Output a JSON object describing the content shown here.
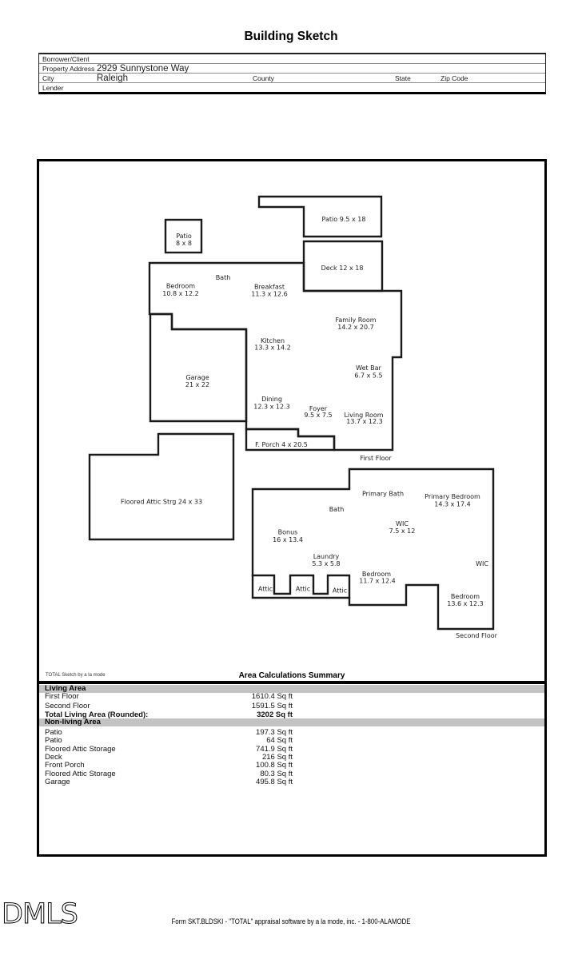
{
  "title": "Building Sketch",
  "form": {
    "borrower_label": "Borrower/Client",
    "property_address_label": "Property Address",
    "property_address_value": "2929 Sunnystone Way",
    "city_label": "City",
    "city_value": "Raleigh",
    "county_label": "County",
    "state_label": "State",
    "zip_label": "Zip Code",
    "lender_label": "Lender"
  },
  "sketch": {
    "watermark": "TOTAL Sketch by a la mode",
    "first_floor": {
      "patio_top": {
        "name": "Patio 9.5 x 18"
      },
      "patio_small": {
        "name": "Patio",
        "dims": "8 x 8"
      },
      "deck": {
        "name": "Deck 12 x 18"
      },
      "bath": {
        "name": "Bath"
      },
      "bedroom": {
        "name": "Bedroom",
        "dims": "10.8 x 12.2"
      },
      "breakfast": {
        "name": "Breakfast",
        "dims": "11.3 x 12.6"
      },
      "family_room": {
        "name": "Family Room",
        "dims": "14.2 x 20.7"
      },
      "kitchen": {
        "name": "Kitchen",
        "dims": "13.3 x 14.2"
      },
      "wet_bar": {
        "name": "Wet Bar",
        "dims": "6.7 x 5.5"
      },
      "garage": {
        "name": "Garage",
        "dims": "21 x 22"
      },
      "dining": {
        "name": "Dining",
        "dims": "12.3 x 12.3"
      },
      "foyer": {
        "name": "Foyer",
        "dims": "9.5 x 7.5"
      },
      "living_room": {
        "name": "Living Room",
        "dims": "13.7 x 12.3"
      },
      "front_porch": {
        "name": "F. Porch 4 x 20.5"
      },
      "attic_storage": {
        "name": "Floored Attic Strg 24 x 33"
      },
      "caption": "First Floor"
    },
    "second_floor": {
      "primary_bath": {
        "name": "Primary Bath"
      },
      "primary_bedroom": {
        "name": "Primary Bedroom",
        "dims": "14.3 x 17.4"
      },
      "bath": {
        "name": "Bath"
      },
      "wic": {
        "name": "WIC",
        "dims": "7.5 x 12"
      },
      "bonus": {
        "name": "Bonus",
        "dims": "16 x 13.4"
      },
      "laundry": {
        "name": "Laundry",
        "dims": "5.3 x 5.8"
      },
      "wic2": {
        "name": "WIC"
      },
      "bedroom_a": {
        "name": "Bedroom",
        "dims": "11.7 x 12.4"
      },
      "attic_1": {
        "name": "Attic"
      },
      "attic_2": {
        "name": "Attic"
      },
      "attic_3": {
        "name": "Attic"
      },
      "bedroom_b": {
        "name": "Bedroom",
        "dims": "13.6 x 12.3"
      },
      "caption": "Second Floor"
    }
  },
  "area_summary": {
    "title": "Area Calculations Summary",
    "living_header": "Living Area",
    "living_rows": [
      [
        "First Floor",
        "1610.4 Sq ft"
      ],
      [
        "Second Floor",
        "1591.5 Sq ft"
      ]
    ],
    "total_row": [
      "Total Living Area (Rounded):",
      "3202 Sq ft"
    ],
    "nonliving_header": "Non-living Area",
    "nonliving_rows": [
      [
        "Patio",
        "197.3 Sq ft"
      ],
      [
        "Patio",
        "64 Sq ft"
      ],
      [
        "Floored Attic Storage",
        "741.9 Sq ft"
      ],
      [
        "Deck",
        "216 Sq ft"
      ],
      [
        "Front Porch",
        "100.8 Sq ft"
      ],
      [
        "Floored Attic Storage",
        "80.3 Sq ft"
      ],
      [
        "Garage",
        "495.8 Sq ft"
      ]
    ]
  },
  "footer": {
    "logo_text": "DMLS",
    "form_line": "Form SKT.BLDSKI - \"TOTAL\" appraisal software by a la mode, inc. - 1-800-ALAMODE"
  },
  "colors": {
    "ink": "#1c1c1c",
    "band_gray": "#c3c3c3"
  }
}
